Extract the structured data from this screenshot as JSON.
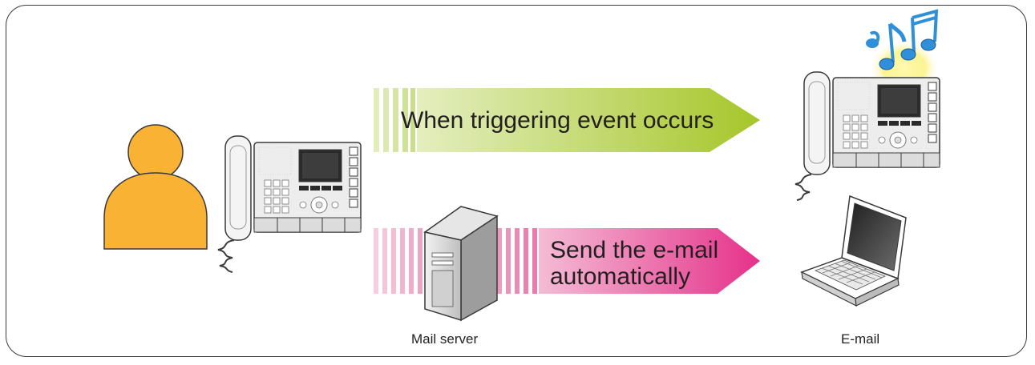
{
  "arrows": {
    "top_label": "When triggering event occurs",
    "bottom_label_line1": "Send the e-mail",
    "bottom_label_line2": "automatically"
  },
  "captions": {
    "mail_server": "Mail server",
    "email": "E-mail"
  },
  "icons": {
    "person": "person-icon",
    "intercom_left": "intercom-station-icon",
    "intercom_right": "intercom-station-icon",
    "server": "mail-server-icon",
    "laptop": "laptop-icon",
    "notes": "music-notes-icon"
  },
  "colors": {
    "person": "#f9b233",
    "top_arrow_start": "#e3edbc",
    "top_arrow_end": "#a8c828",
    "bottom_arrow_start": "#f6c7db",
    "bottom_arrow_end": "#e6338a",
    "notes": "#2f8fd8"
  }
}
